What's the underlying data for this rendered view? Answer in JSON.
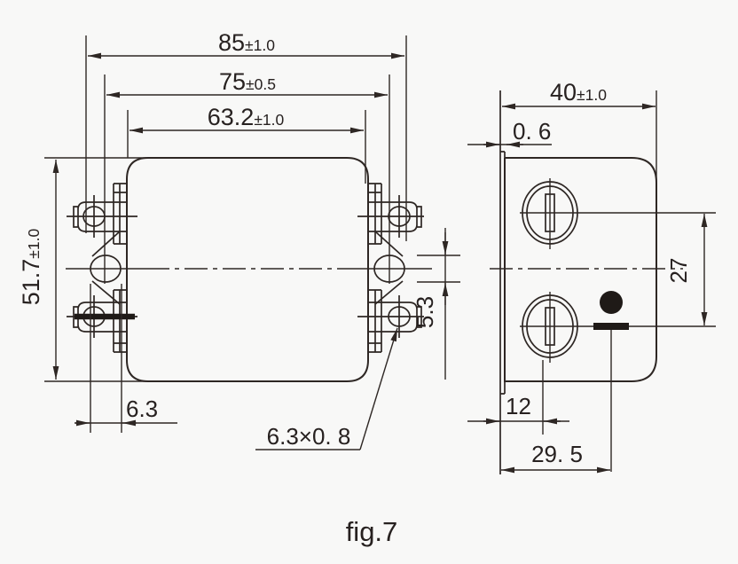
{
  "figure": {
    "caption": "fig.7",
    "colors": {
      "line": "#2e2724",
      "background": "#f8f8f7",
      "ink": "#1f1a17"
    },
    "views": {
      "front": {
        "title": "front-view",
        "dim_overall_width": {
          "value": "85",
          "tol": "±1.0"
        },
        "dim_mounting_pitch": {
          "value": "75",
          "tol": "±0.5"
        },
        "dim_body_width": {
          "value": "63.2",
          "tol": "±1.0"
        },
        "dim_height": {
          "value": "51.7",
          "tol": "±1.0"
        },
        "dim_slot_width": "6.3",
        "dim_slot_height": "5.3",
        "label_terminal_size": "6.3×0. 8"
      },
      "side": {
        "title": "side-view",
        "dim_depth": {
          "value": "40",
          "tol": "±1.0"
        },
        "dim_flange_thickness": "0. 6",
        "dim_terminal_pitch": "27",
        "dim_terminal_offset": "12",
        "dim_marking_offset": "29. 5"
      }
    }
  }
}
